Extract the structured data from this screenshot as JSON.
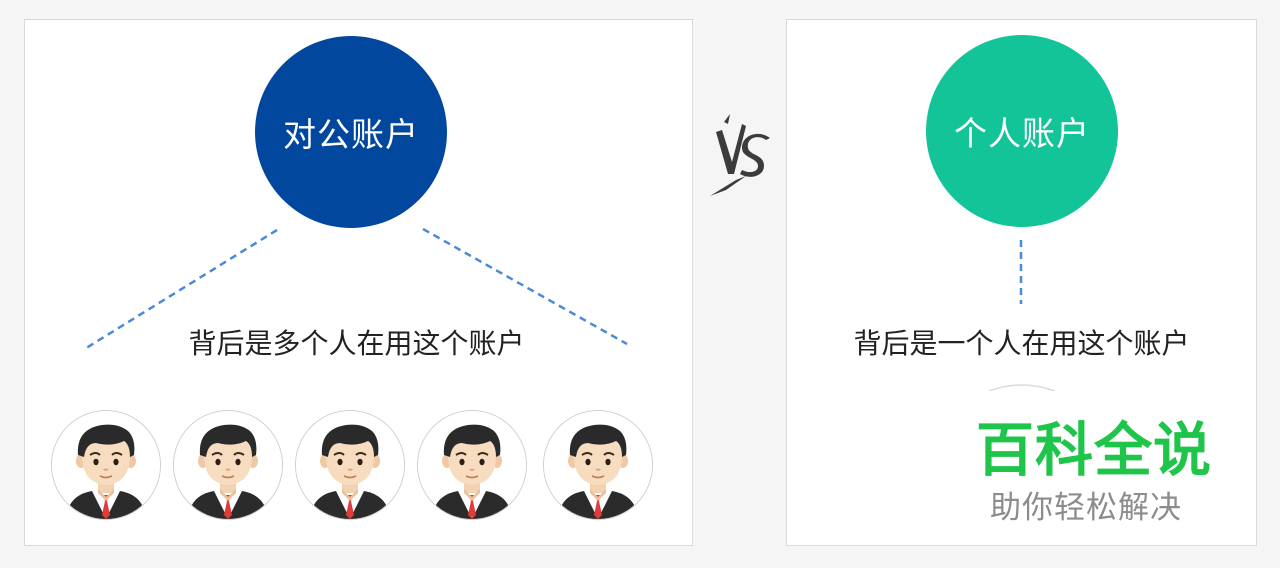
{
  "left_panel": {
    "circle_label": "对公账户",
    "circle_color": "#00479d",
    "caption": "背后是多个人在用这个账户",
    "avatar_count": 5
  },
  "separator": {
    "icon": "vs-brush-icon",
    "color": "#3c3c3c"
  },
  "right_panel": {
    "circle_label": "个人账户",
    "circle_color": "#12c497",
    "caption": "背后是一个人在用这个账户"
  },
  "connector_color": "#4a8ad6",
  "watermark": {
    "title": "百科全说",
    "subtitle": "助你轻松解决",
    "title_color": "#1fc44a",
    "subtitle_color": "#8c8c8c"
  }
}
